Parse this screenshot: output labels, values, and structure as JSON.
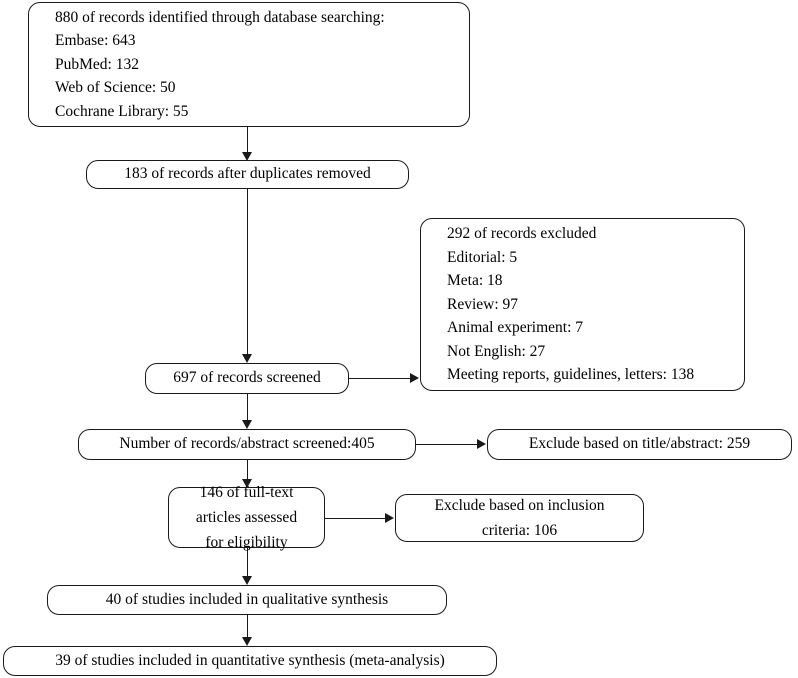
{
  "diagram": {
    "title": "PRISMA study selection flow diagram",
    "stroke_color": "#1a1a1a",
    "background_color": "#ffffff",
    "text_color": "#000000",
    "nodes": {
      "identification": {
        "lines": [
          "880 of records identified through database searching:",
          "Embase: 643",
          "PubMed: 132",
          "Web of Science: 50",
          "Cochrane Library: 55"
        ]
      },
      "duplicates_removed": {
        "lines": [
          "183 of records after duplicates removed"
        ]
      },
      "records_excluded": {
        "lines": [
          "292 of records excluded",
          "Editorial: 5",
          "Meta: 18",
          "Review: 97",
          "Animal experiment: 7",
          "Not English: 27",
          "Meeting reports, guidelines, letters: 138"
        ]
      },
      "records_screened": {
        "lines": [
          "697 of records screened"
        ]
      },
      "abstract_screened": {
        "lines": [
          "Number of records/abstract screened:405"
        ]
      },
      "exclude_title_abstract": {
        "lines": [
          "Exclude based on title/abstract: 259"
        ]
      },
      "fulltext_assessed": {
        "lines": [
          "146 of full-text",
          "articles assessed",
          "for eligibility"
        ]
      },
      "exclude_inclusion_criteria": {
        "lines": [
          "Exclude based on inclusion",
          "criteria: 106"
        ]
      },
      "qualitative_synthesis": {
        "lines": [
          "40 of studies included in qualitative synthesis"
        ]
      },
      "quantitative_synthesis": {
        "lines": [
          "39 of studies included in quantitative synthesis (meta-analysis)"
        ]
      }
    }
  }
}
